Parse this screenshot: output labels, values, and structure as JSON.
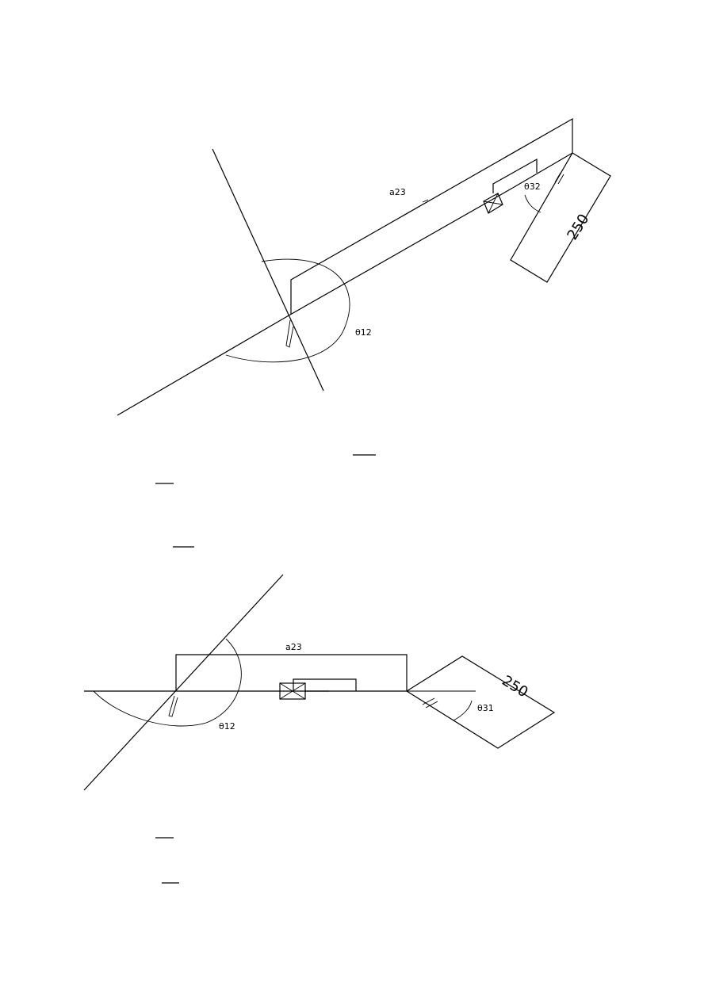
{
  "figure_top": {
    "link_label": "a23",
    "angle_joint_label": "θ12",
    "angle_end_label": "θ32",
    "length_label": "250"
  },
  "figure_bottom": {
    "link_label": "a23",
    "angle_joint_label": "θ12",
    "angle_end_label": "θ31",
    "length_label": "250"
  }
}
